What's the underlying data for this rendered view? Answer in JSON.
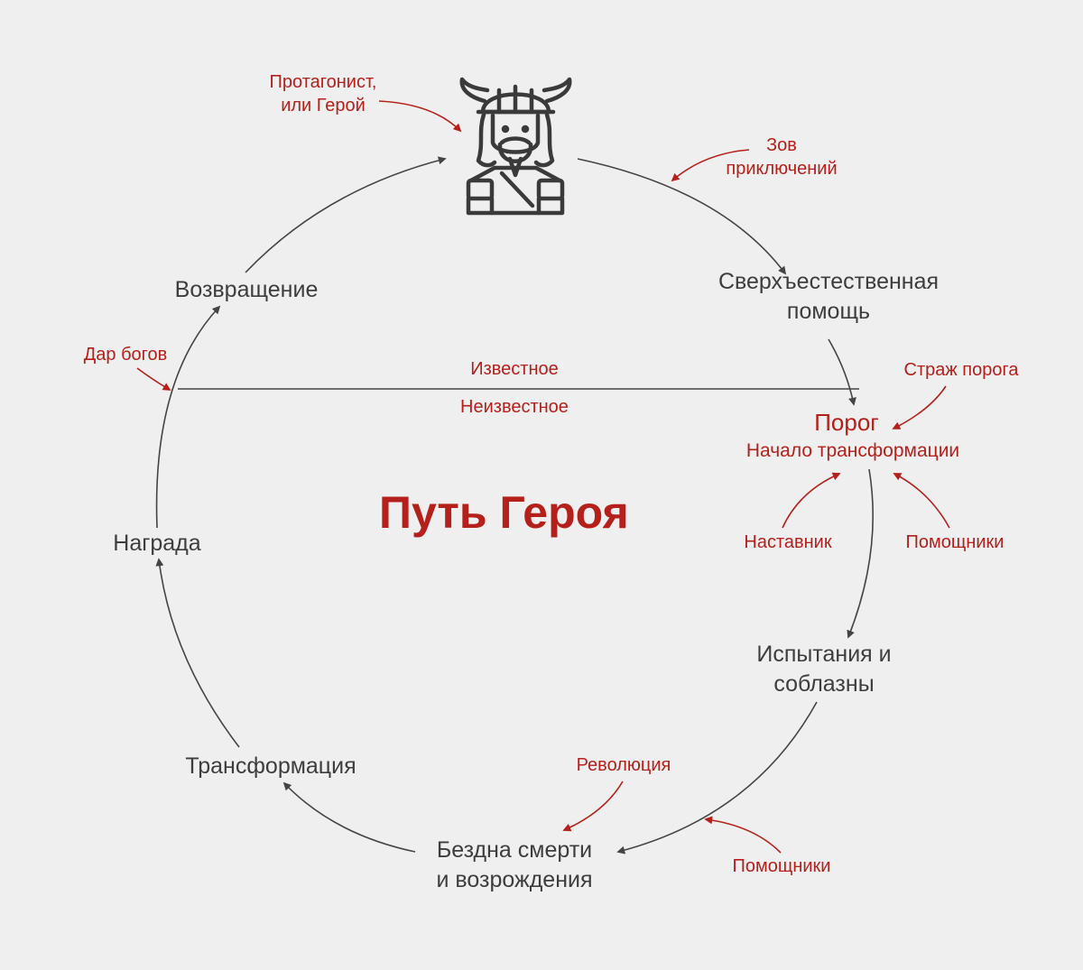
{
  "title": "Путь Героя",
  "stages": {
    "supernatural": [
      "Сверхъестественная",
      "помощь"
    ],
    "threshold": "Порог",
    "threshold_sub": "Начало трансформации",
    "trials": [
      "Испытания и",
      "соблазны"
    ],
    "abyss": [
      "Бездна смерти",
      "и возрождения"
    ],
    "transformation": "Трансформация",
    "reward": "Награда",
    "return": "Возвращение"
  },
  "annotations": {
    "protagonist": [
      "Протагонист,",
      "или Герой"
    ],
    "call": [
      "Зов",
      "приключений"
    ],
    "guardian": "Страж порога",
    "mentor": "Наставник",
    "helpers_1": "Помощники",
    "helpers_2": "Помощники",
    "revolution": "Революция",
    "gift": "Дар богов"
  },
  "divider": {
    "above": "Известное",
    "below": "Неизвестное"
  },
  "icon": "viking-hero-icon",
  "colors": {
    "accent": "#b5201b",
    "text": "#3d3d3d",
    "line": "#444444",
    "background": "#efefef"
  }
}
